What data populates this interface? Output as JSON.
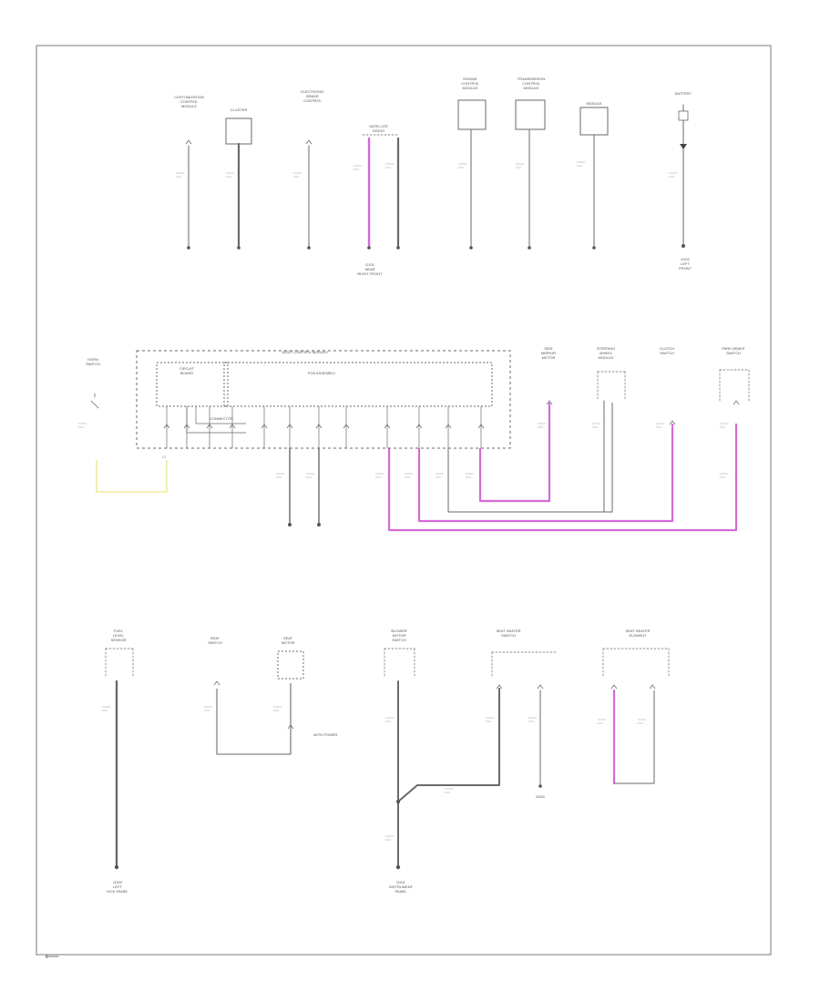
{
  "diagram": {
    "type": "wiring-diagram",
    "colors": {
      "wire": "#6a6a6a",
      "pink_wire": "#d26ad8",
      "yellow_wire": "#e8e26a",
      "frame": "#7a7a7a",
      "component": "#6a6a6a"
    },
    "text": {
      "top_labels": [
        "CUSTOMIZATION\nCONTROL\nMODULE",
        "CLUSTER",
        "ELECTRONIC\nBRAKE\nCONTROL",
        "SATELLITE\nRADIO",
        "ENGINE\nCONTROL\nMODULE",
        "TRANSMISSION\nCONTROL\nMODULE",
        "MODULE",
        "BATTERY"
      ],
      "top_bottom_labels": [
        "G101\nNEAR\nRIGHT FRONT",
        "G102\nLEFT\nFRONT"
      ],
      "middle_labels": {
        "left_switch": "HORN\nSWITCH",
        "bcm": "BODY CONTROL MODULE",
        "sub_left": "CIRCUIT\nBOARD",
        "sub_right": "PCB ASSEMBLY",
        "inner": "CONNECTOR",
        "right": [
          "SIDE\nMIRROR\nMOTOR",
          "STEERING\nWHEEL\nMODULE",
          "CLUTCH\nSWITCH",
          "PARK BRAKE\nSWITCH"
        ]
      },
      "bottom_labels": [
        "FUEL\nLEVEL\nSENSOR",
        "SEAT\nSWITCH",
        "SEAT\nMOTOR",
        "BLOWER\nMOTOR\nSWITCH",
        "SEAT HEATER\nSWITCH",
        "SEAT HEATER\nELEMENT"
      ],
      "bottom_ground_labels": [
        "G200\nLEFT\nKICK PANEL",
        "G201\nINSTRUMENT\nPANEL"
      ],
      "notes": [
        "WITH POWER",
        "G300"
      ],
      "page_number": "1"
    }
  }
}
